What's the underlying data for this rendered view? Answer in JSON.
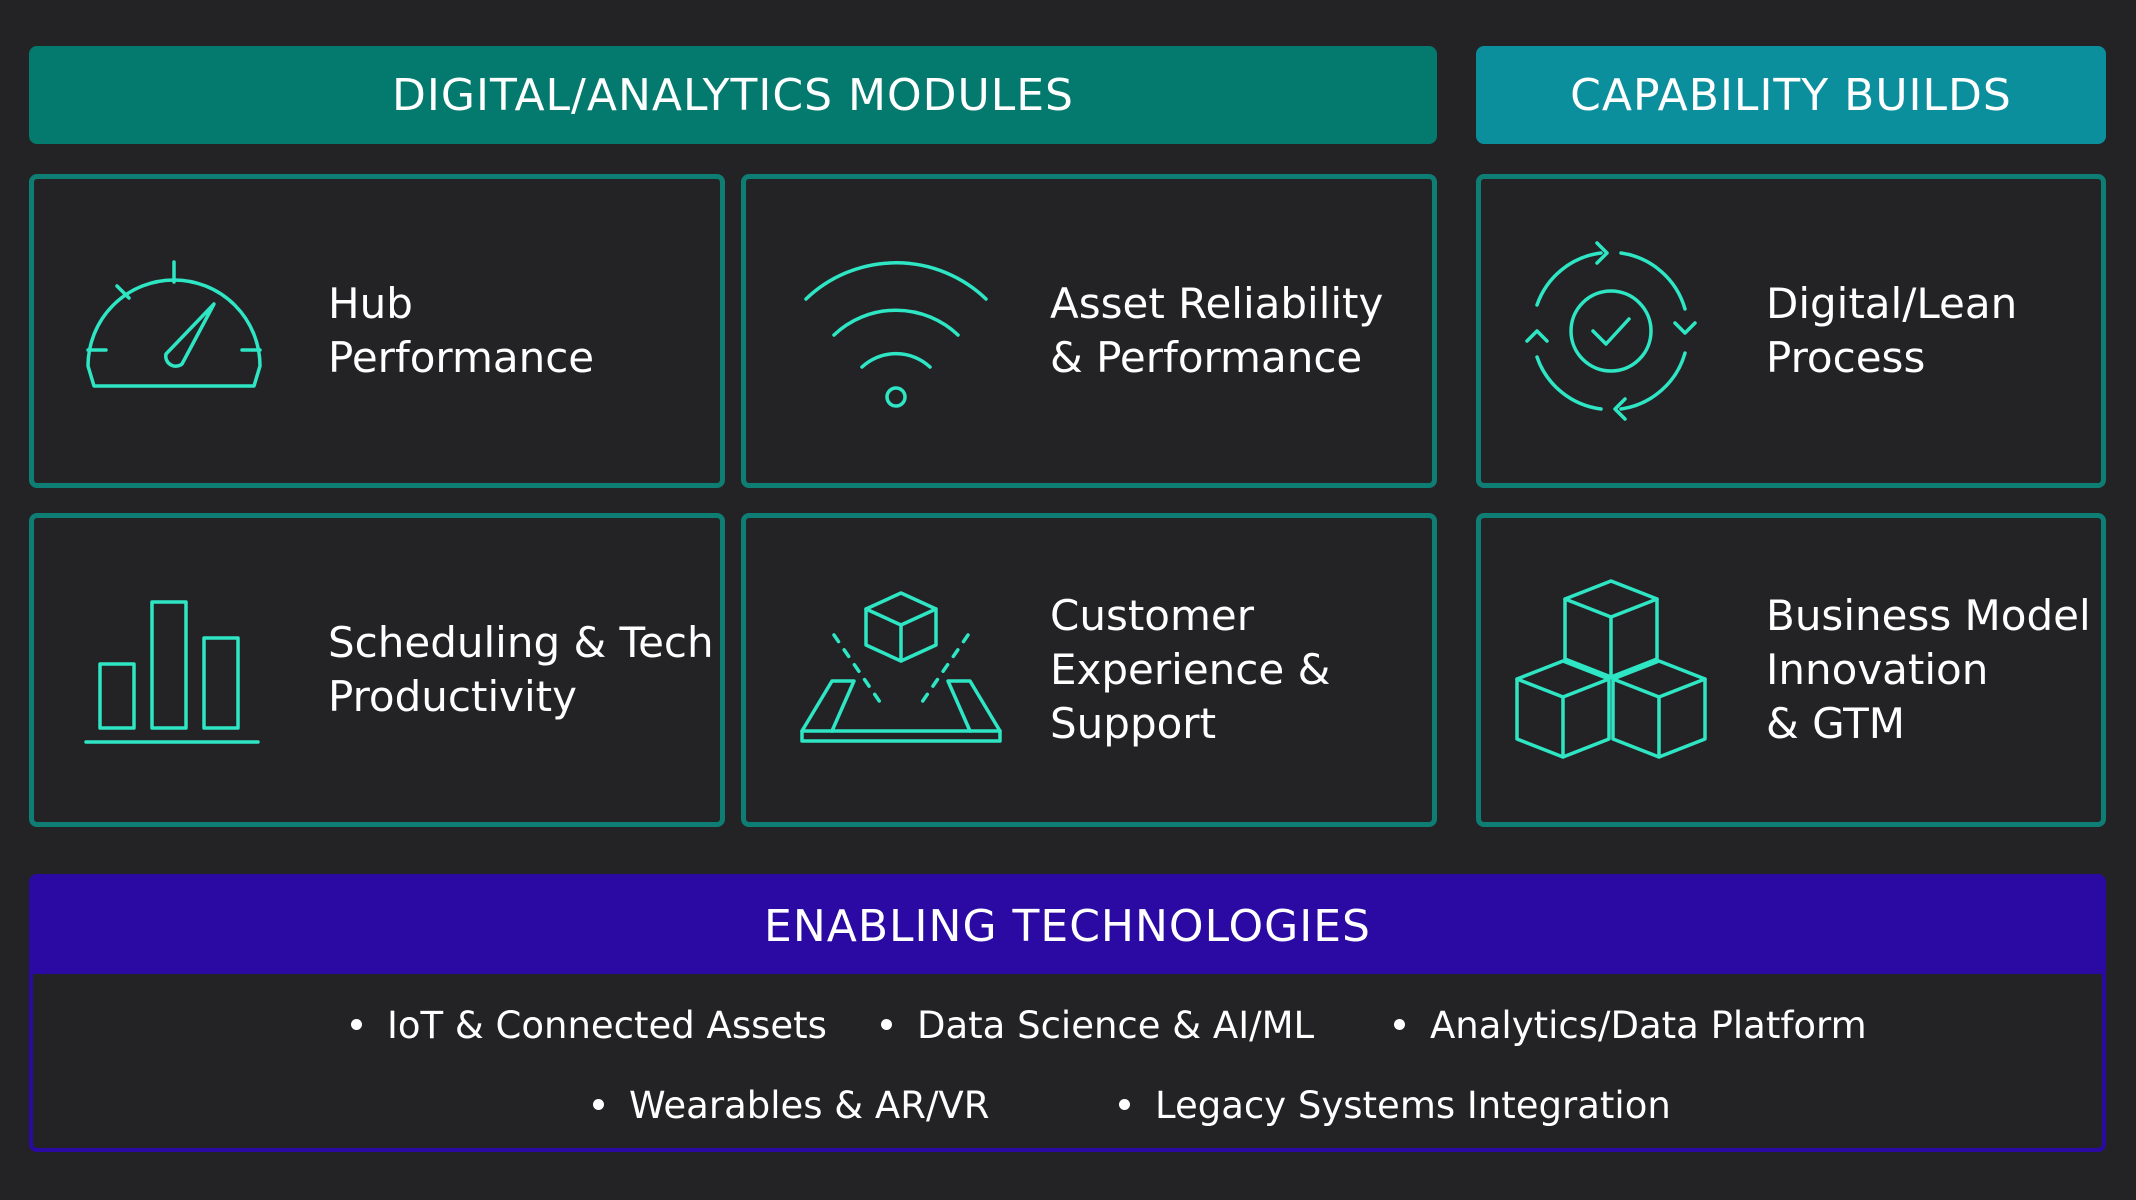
{
  "headers": {
    "modules": "DIGITAL/ANALYTICS MODULES",
    "capability": "CAPABILITY BUILDS"
  },
  "cards": [
    {
      "label": "Hub\nPerformance",
      "icon": "speedometer-icon"
    },
    {
      "label": "Asset Reliability\n& Performance",
      "icon": "wifi-signal-icon"
    },
    {
      "label": "Digital/Lean\nProcess",
      "icon": "cycle-check-icon"
    },
    {
      "label": "Scheduling & Tech\nProductivity",
      "icon": "bar-chart-icon"
    },
    {
      "label": "Customer\nExperience &\nSupport",
      "icon": "hologram-cube-icon"
    },
    {
      "label": "Business Model\nInnovation\n& GTM",
      "icon": "stacked-cubes-icon"
    }
  ],
  "enabling": {
    "title": "ENABLING TECHNOLOGIES",
    "items": [
      "IoT & Connected Assets",
      "Data Science & AI/ML",
      "Analytics/Data Platform",
      "Wearables & AR/VR",
      "Legacy Systems Integration"
    ]
  },
  "colors": {
    "background": "#232326",
    "modules_header": "#047a6e",
    "capability_header": "#0b8f9d",
    "card_border": "#0e7d73",
    "icon_stroke": "#2ee6c4",
    "enabling_header": "#2a0aa3"
  }
}
